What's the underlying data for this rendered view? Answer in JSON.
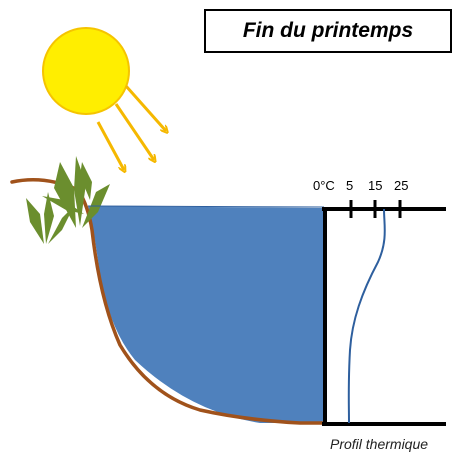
{
  "title": "Fin du printemps",
  "caption": "Profil thermique",
  "temperature_scale": {
    "labels": [
      "0°C",
      "5",
      "15",
      "25"
    ]
  },
  "colors": {
    "water": "#4f81bd",
    "sun": "#ffee00",
    "sun_outline": "#f5c400",
    "rays": "#f5b800",
    "ground": "#a0521b",
    "plants": "#6b8e2e",
    "profile_line": "#2e5f9e"
  },
  "icons": {
    "sun": "sun-icon",
    "rays": "sun-ray-arrows",
    "plants": "shore-plants-icon"
  }
}
